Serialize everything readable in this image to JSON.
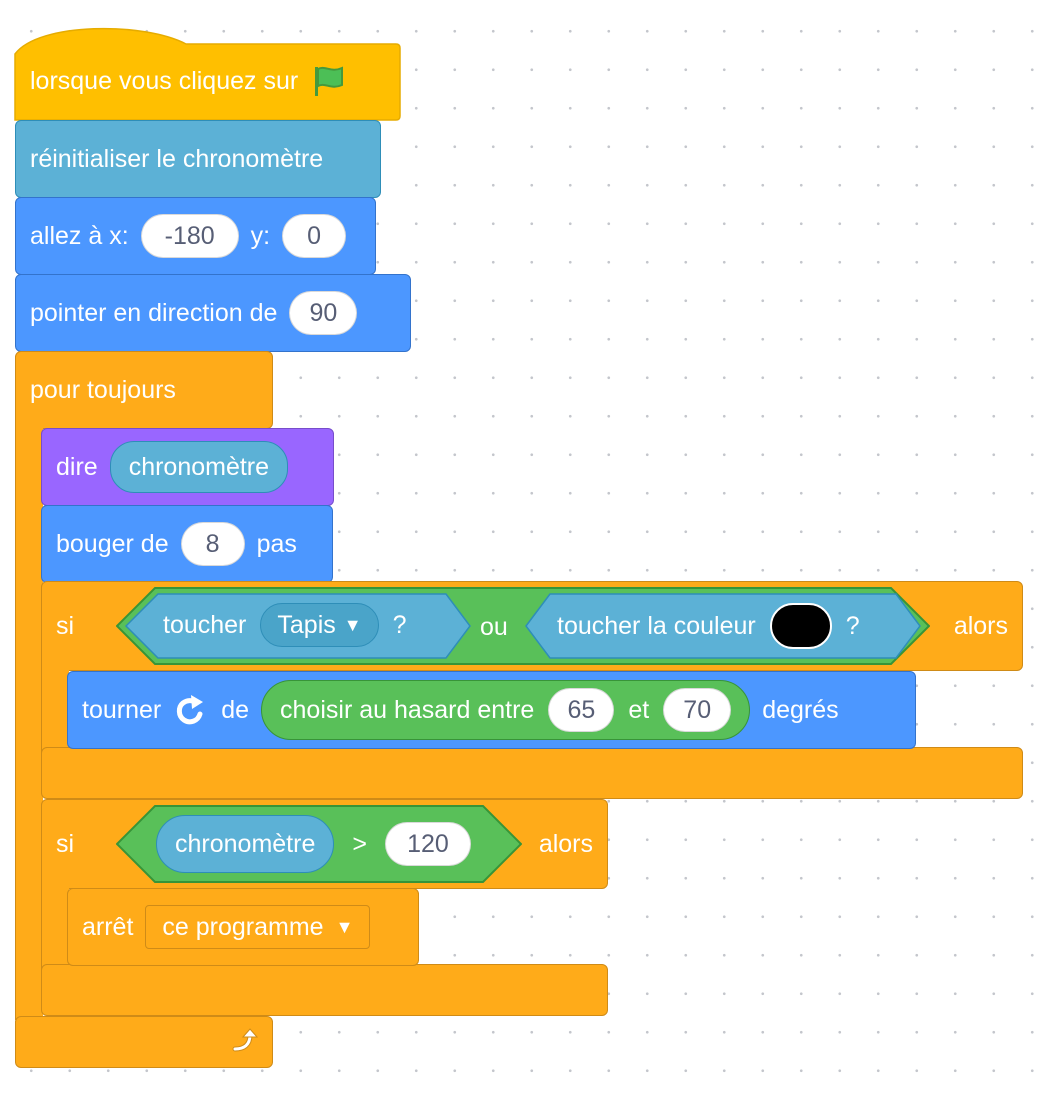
{
  "hat": {
    "label": "lorsque vous cliquez sur",
    "icon": "green-flag-icon"
  },
  "reset_timer": {
    "label": "réinitialiser le chronomètre"
  },
  "goto": {
    "label": "allez à x:",
    "x": "-180",
    "y_label": "y:",
    "y": "0"
  },
  "point": {
    "label": "pointer en direction de",
    "value": "90"
  },
  "forever": {
    "label": "pour toujours",
    "loop_icon": "loop-arrow-icon"
  },
  "say": {
    "label": "dire",
    "reporter": "chronomètre"
  },
  "move": {
    "label": "bouger de",
    "value": "8",
    "suffix": "pas"
  },
  "if1": {
    "label": "si",
    "then": "alors",
    "left": {
      "label": "toucher",
      "dropdown": "Tapis",
      "q": "?"
    },
    "or": "ou",
    "right": {
      "label": "toucher la couleur",
      "color": "#000000",
      "q": "?"
    }
  },
  "turn": {
    "label": "tourner",
    "icon": "rotate-right-icon",
    "de": "de",
    "random_label": "choisir au hasard entre",
    "from": "65",
    "and": "et",
    "to": "70",
    "suffix": "degrés"
  },
  "if2": {
    "label": "si",
    "then": "alors",
    "reporter": "chronomètre",
    "op": ">",
    "value": "120"
  },
  "stop": {
    "label": "arrêt",
    "option": "ce programme"
  },
  "colors": {
    "events": "#FFBF00",
    "sensing": "#5CB1D6",
    "motion": "#4C97FF",
    "control": "#FFAB19",
    "looks": "#9966FF",
    "operators": "#59C059"
  }
}
